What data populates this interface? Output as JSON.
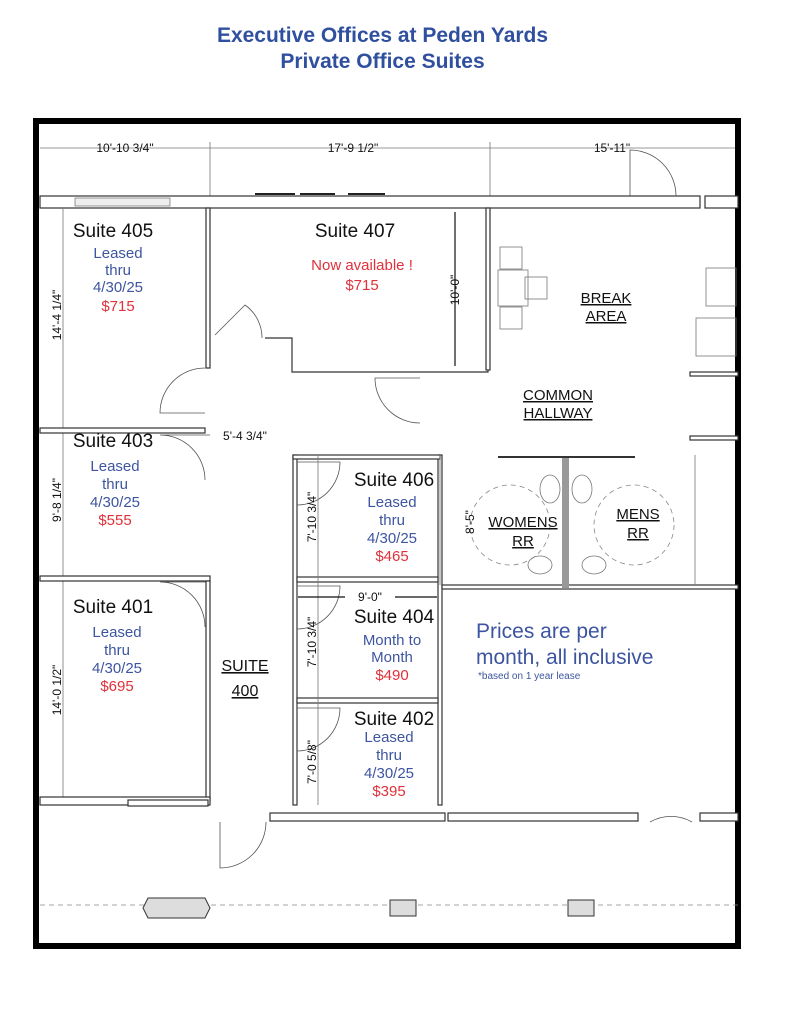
{
  "title": {
    "line1": "Executive Offices at Peden Yards",
    "line2": "Private Office Suites"
  },
  "colors": {
    "title": "#2f4f9f",
    "status": "#3d55a0",
    "price": "#e0303a"
  },
  "dimensions": {
    "top_left": "10'-10 3/4\"",
    "top_mid": "17'-9 1/2\"",
    "top_right": "15'-11\"",
    "suite405_h": "14'-4 1/4\"",
    "suite403_h": "9'-8 1/4\"",
    "suite401_h": "14'-0 1/2\"",
    "suite407_h": "10'-0\"",
    "corridor": "5'-4 3/4\"",
    "suite406_h": "7'-10 3/4\"",
    "suite404_w": "9'-0\"",
    "suite404_h": "7'-10 3/4\"",
    "suite402_h": "7'-0 5/8\"",
    "restroom_h": "8'-5\""
  },
  "suites": {
    "s405": {
      "name": "Suite 405",
      "l1": "Leased",
      "l2": "thru",
      "l3": "4/30/25",
      "price": "$715"
    },
    "s407": {
      "name": "Suite 407",
      "l1": "Now available !",
      "price": "$715"
    },
    "s403": {
      "name": "Suite 403",
      "l1": "Leased",
      "l2": "thru",
      "l3": "4/30/25",
      "price": "$555"
    },
    "s406": {
      "name": "Suite 406",
      "l1": "Leased",
      "l2": "thru",
      "l3": "4/30/25",
      "price": "$465"
    },
    "s404": {
      "name": "Suite 404",
      "l1": "Month to",
      "l2": "Month",
      "price": "$490"
    },
    "s401": {
      "name": "Suite 401",
      "l1": "Leased",
      "l2": "thru",
      "l3": "4/30/25",
      "price": "$695"
    },
    "s402": {
      "name": "Suite 402",
      "l1": "Leased",
      "l2": "thru",
      "l3": "4/30/25",
      "price": "$395"
    }
  },
  "areas": {
    "break1": "BREAK",
    "break2": "AREA",
    "hall1": "COMMON",
    "hall2": "HALLWAY",
    "women1": "WOMENS",
    "women2": "RR",
    "men1": "MENS",
    "men2": "RR",
    "s400a": "SUITE",
    "s400b": "400"
  },
  "note": {
    "line1": "Prices are per",
    "line2": "month, all inclusive",
    "footnote": "*based on 1 year lease"
  }
}
